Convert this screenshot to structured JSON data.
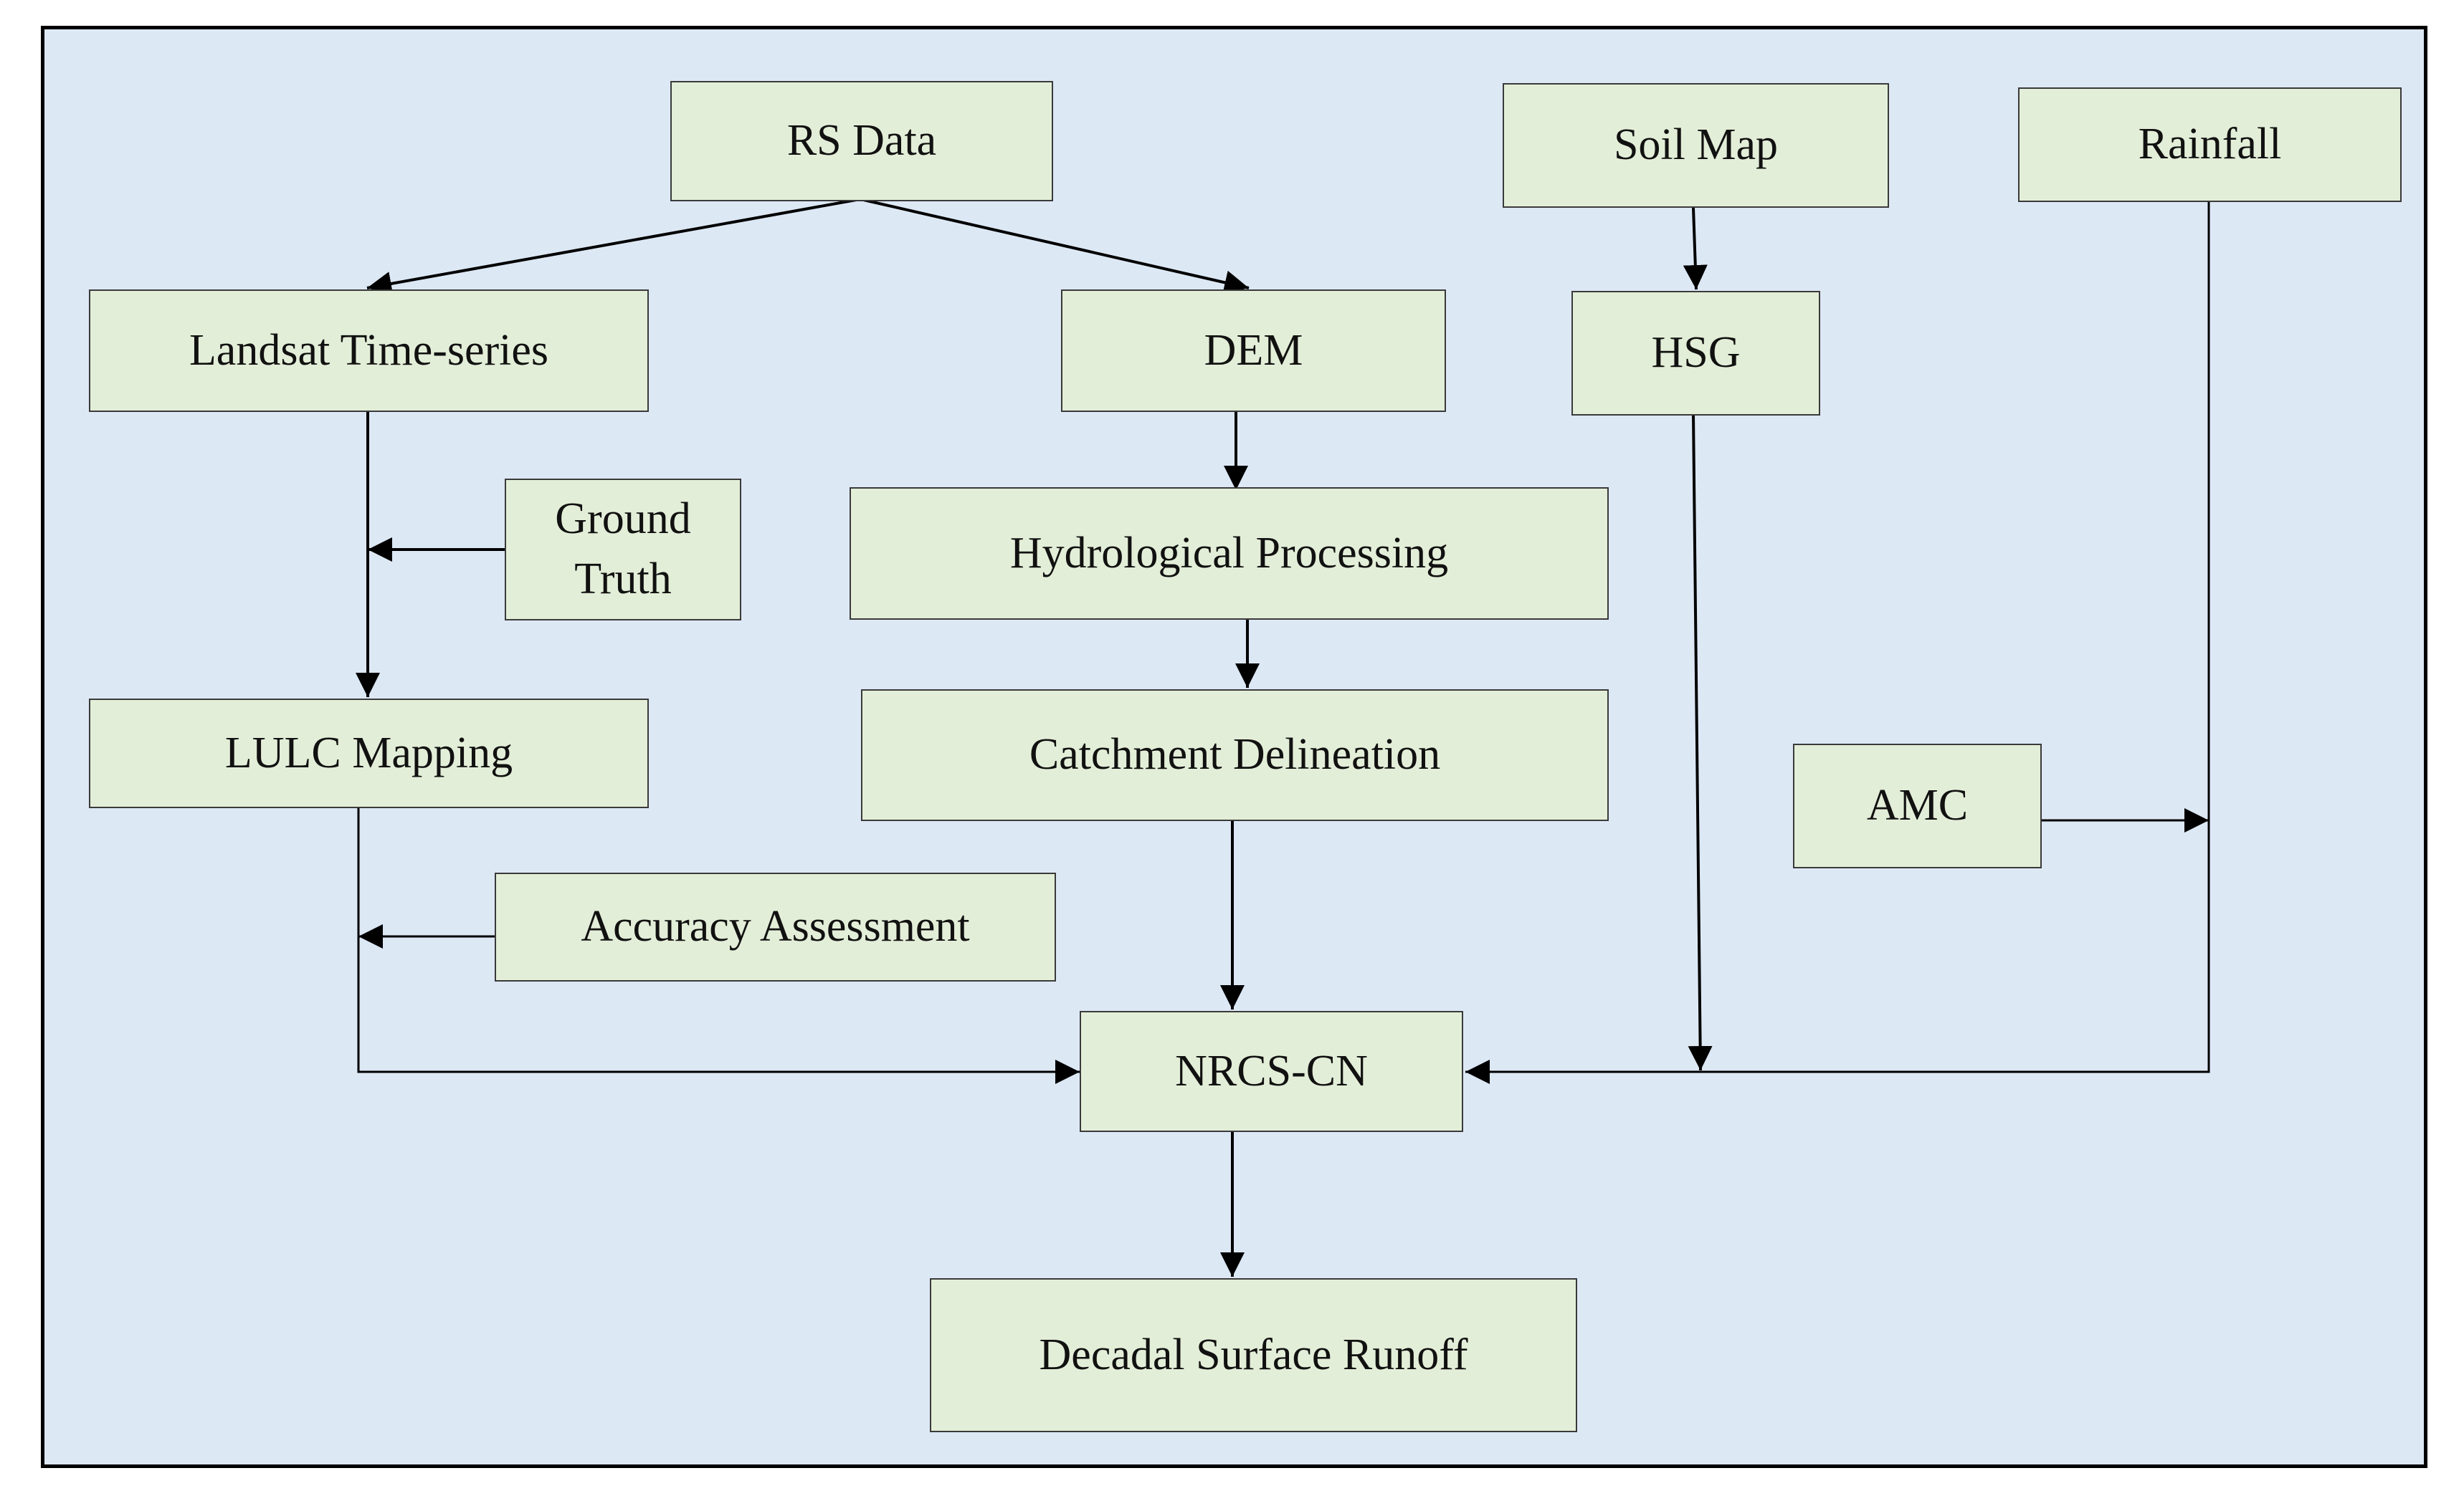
{
  "colors": {
    "background": "#dde8f5",
    "box_fill": "#e3eed8",
    "box_border": "#3a3a3a",
    "arrow": "#000000"
  },
  "nodes": {
    "rs_data": "RS Data",
    "soil_map": "Soil Map",
    "rainfall": "Rainfall",
    "landsat": "Landsat Time-series",
    "dem": "DEM",
    "hsg": "HSG",
    "ground_truth": "Ground\nTruth",
    "hydro": "Hydrological  Processing",
    "lulc": "LULC  Mapping",
    "catchment": "Catchment Delineation",
    "amc": "AMC",
    "accuracy": "Accuracy Assessment",
    "nrcs": "NRCS-CN",
    "runoff": "Decadal  Surface Runoff"
  },
  "edges": [
    {
      "from": "rs_data",
      "to": "landsat"
    },
    {
      "from": "rs_data",
      "to": "dem"
    },
    {
      "from": "soil_map",
      "to": "hsg"
    },
    {
      "from": "landsat",
      "to": "lulc"
    },
    {
      "from": "ground_truth",
      "to": "landsat-lulc-link"
    },
    {
      "from": "dem",
      "to": "hydro"
    },
    {
      "from": "hydro",
      "to": "catchment"
    },
    {
      "from": "lulc",
      "to": "nrcs"
    },
    {
      "from": "accuracy",
      "to": "lulc-nrcs-link"
    },
    {
      "from": "catchment",
      "to": "nrcs"
    },
    {
      "from": "hsg",
      "to": "nrcs"
    },
    {
      "from": "rainfall",
      "to": "nrcs"
    },
    {
      "from": "amc",
      "to": "rainfall-nrcs-link"
    },
    {
      "from": "nrcs",
      "to": "runoff"
    }
  ]
}
